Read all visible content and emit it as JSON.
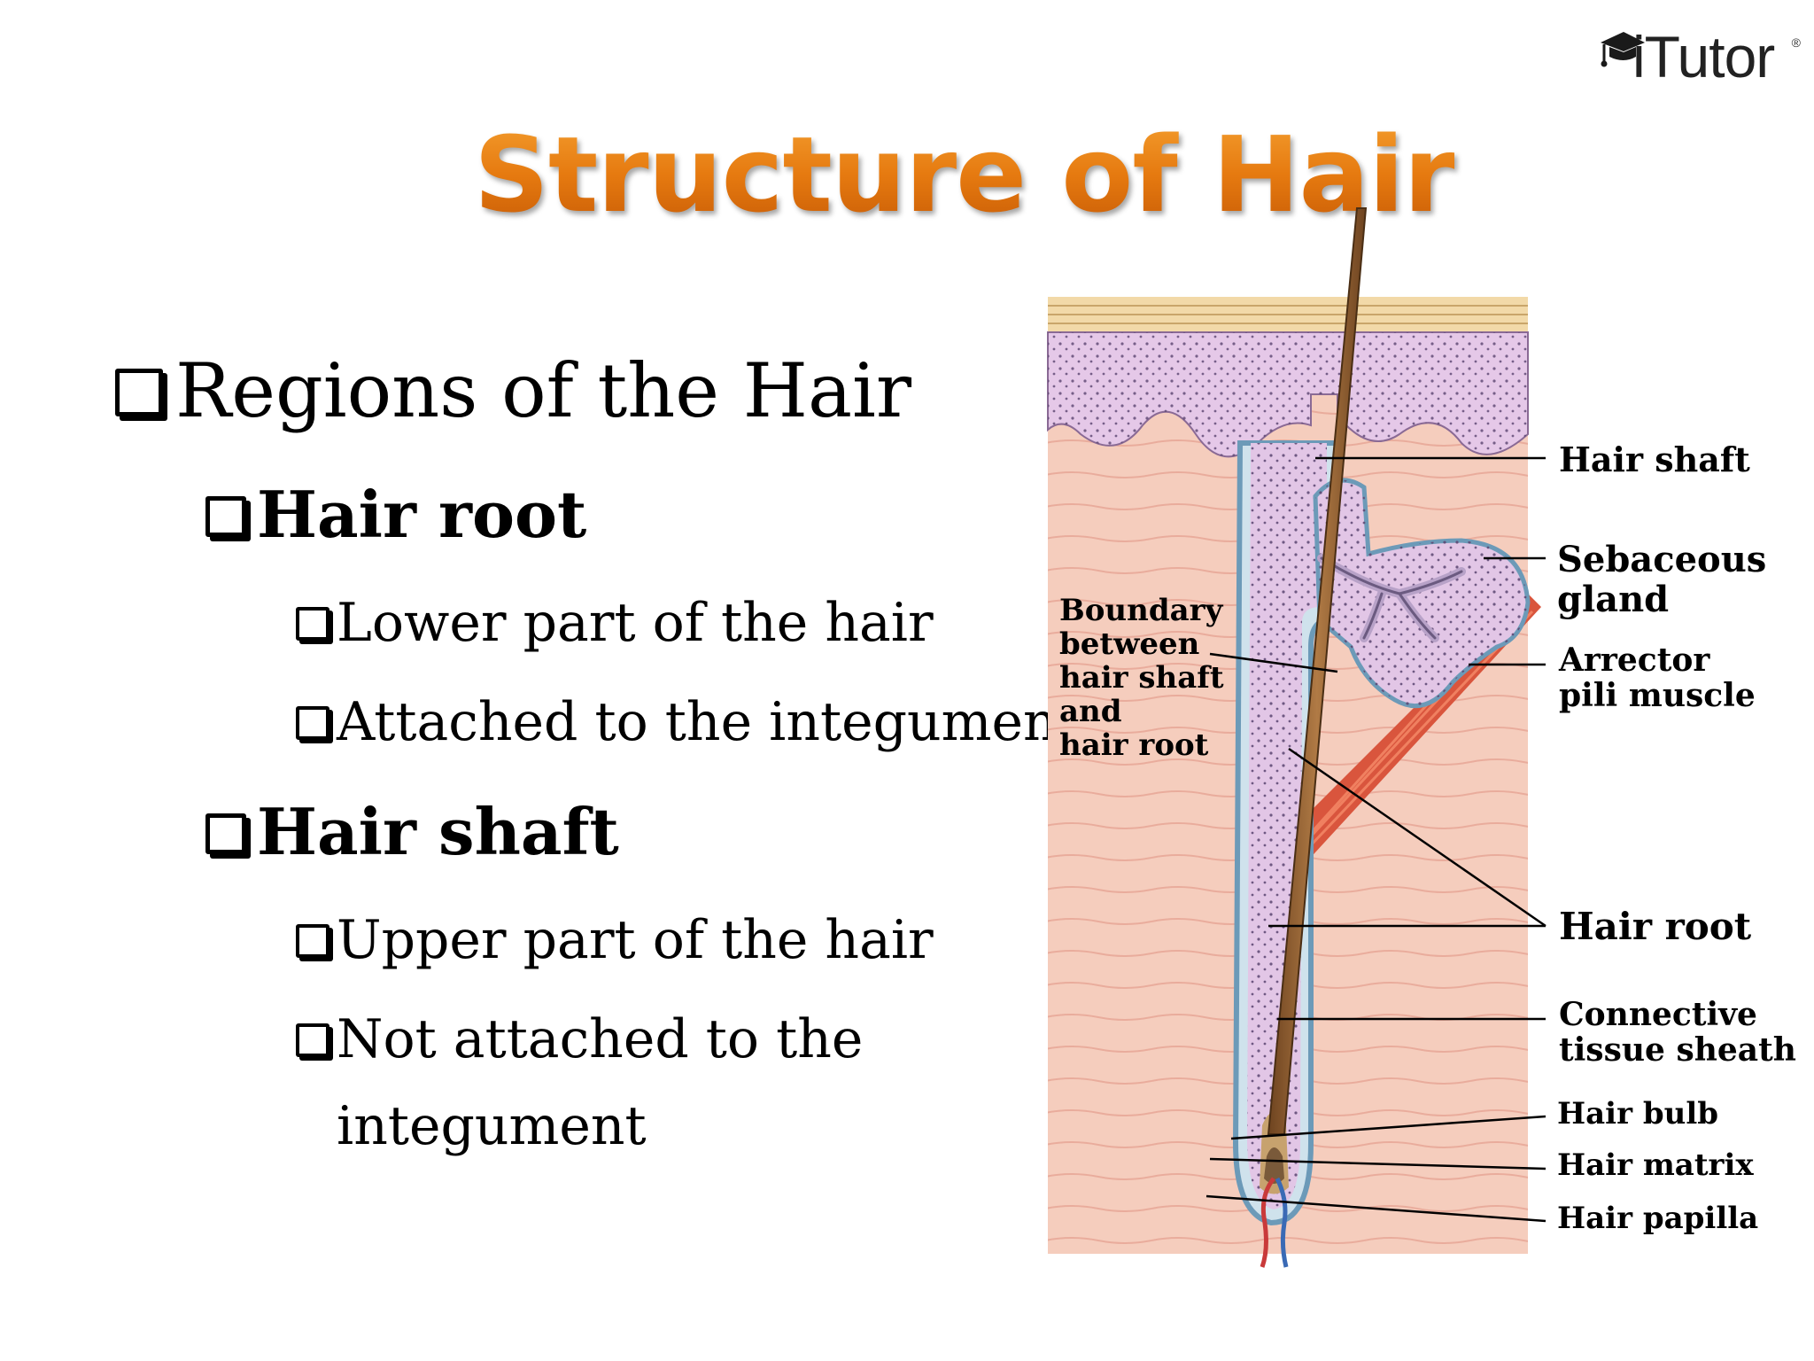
{
  "logo": {
    "text": "iTutor",
    "registered_mark": "®",
    "icon": "graduation-cap-icon"
  },
  "title": "Structure of Hair",
  "colors": {
    "title_orange": "#e67a10",
    "skin_pink": "#f3c9b8",
    "follicle_purple": "#dcc0e0",
    "hair_brown": "#8a5a2b",
    "muscle_red": "#d94a35",
    "sheath_blue": "#7aa9c4"
  },
  "bullets": {
    "regions": "Regions of the Hair",
    "hair_root": "Hair root",
    "root_point_1": "Lower part of the hair",
    "root_point_2": "Attached to the integument",
    "hair_shaft": "Hair shaft",
    "shaft_point_1": "Upper part of the hair",
    "shaft_point_2_line1": "Not attached to the",
    "shaft_point_2_line2": "integument"
  },
  "diagram": {
    "labels": {
      "boundary_1": "Boundary",
      "boundary_2": "between",
      "boundary_3": "hair shaft",
      "boundary_4": "and",
      "boundary_5": "hair root",
      "hair_shaft": "Hair shaft",
      "sebaceous_1": "Sebaceous",
      "sebaceous_2": "gland",
      "arrector_1": "Arrector",
      "arrector_2": "pili muscle",
      "hair_root": "Hair root",
      "connective_1": "Connective",
      "connective_2": "tissue sheath",
      "hair_bulb": "Hair bulb",
      "hair_matrix": "Hair matrix",
      "hair_papilla": "Hair papilla"
    }
  }
}
